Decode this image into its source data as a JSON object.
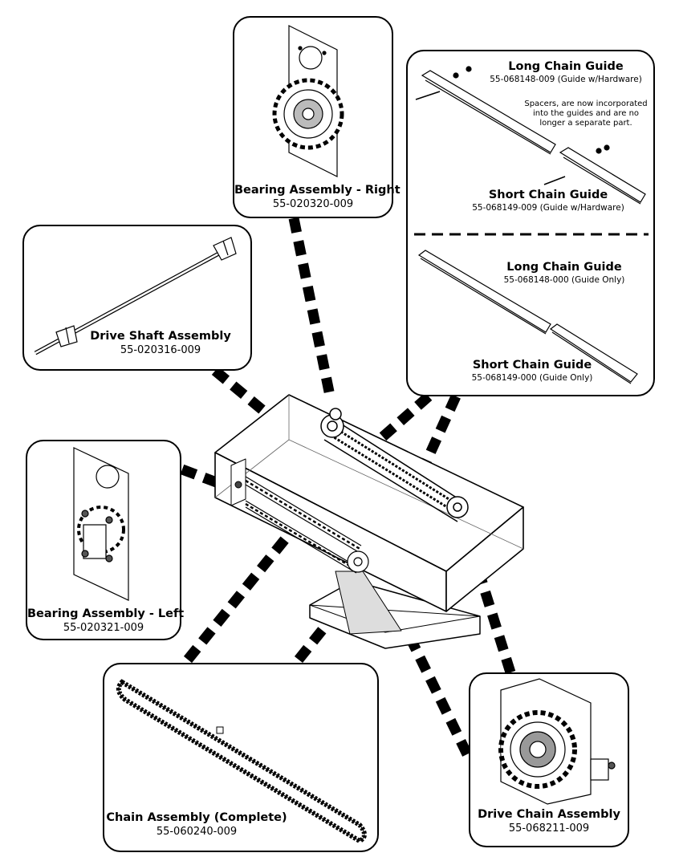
{
  "callouts": {
    "bearing_right": {
      "title": "Bearing Assembly - Right",
      "part": "55-020320-009"
    },
    "drive_shaft": {
      "title": "Drive Shaft Assembly",
      "part": "55-020316-009"
    },
    "bearing_left": {
      "title": "Bearing Assembly - Left",
      "part": "55-020321-009"
    },
    "chain": {
      "title": "Chain Assembly (Complete)",
      "part": "55-060240-009"
    },
    "drive_chain": {
      "title": "Drive Chain Assembly",
      "part": "55-068211-009"
    },
    "guides_hardware": {
      "long": {
        "title": "Long Chain Guide",
        "part": "55-068148-009 (Guide w/Hardware)"
      },
      "note": [
        "Spacers, are now incorporated",
        "into the guides and are no",
        "longer a separate part."
      ],
      "short": {
        "title": "Short Chain Guide",
        "part": "55-068149-009 (Guide w/Hardware)"
      }
    },
    "guides_only": {
      "long": {
        "title": "Long Chain Guide",
        "part": "55-068148-000 (Guide Only)"
      },
      "short": {
        "title": "Short Chain Guide",
        "part": "55-068149-000 (Guide Only)"
      }
    }
  }
}
